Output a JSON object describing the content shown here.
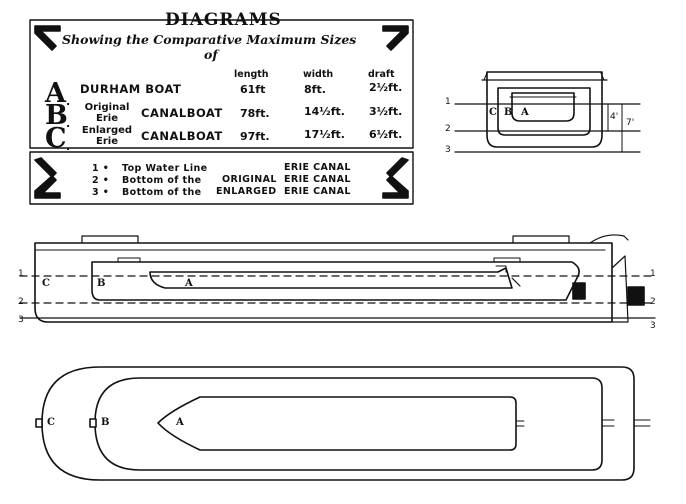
{
  "title": "DIAGRAMS",
  "subtitle": "Showing the Comparative Maximum Sizes",
  "subtitle_of": "of",
  "columns": {
    "length": "length",
    "width": "width",
    "draft": "draft"
  },
  "boats": [
    {
      "letter": "A",
      "dot": ".",
      "name_pre": "",
      "name": "DURHAM BOAT",
      "length": "61ft",
      "width": "8ft.",
      "draft": "2½ft."
    },
    {
      "letter": "B",
      "dot": ".",
      "name_pre": "Original Erie",
      "name": "CANALBOAT",
      "length": "78ft.",
      "width": "14½ft.",
      "draft": "3½ft."
    },
    {
      "letter": "C",
      "dot": ".",
      "name_pre": "Enlarged Erie",
      "name": "CANALBOAT",
      "length": "97ft.",
      "width": "17½ft.",
      "draft": "6½ft."
    }
  ],
  "legend": [
    {
      "num": "1 •",
      "text": "Top Water Line",
      "canal": "ERIE CANAL"
    },
    {
      "num": "2 •",
      "text": "Bottom of the",
      "size": "ORIGINAL",
      "canal": "ERIE CANAL"
    },
    {
      "num": "3 •",
      "text": "Bottom of the",
      "size": "ENLARGED",
      "canal": "ERIE CANAL"
    }
  ],
  "diagram_labels": {
    "line1": "1",
    "line2": "2",
    "line3": "3",
    "a": "A",
    "b": "B",
    "c": "C",
    "depth_small": "4'",
    "depth_large": "7'"
  }
}
